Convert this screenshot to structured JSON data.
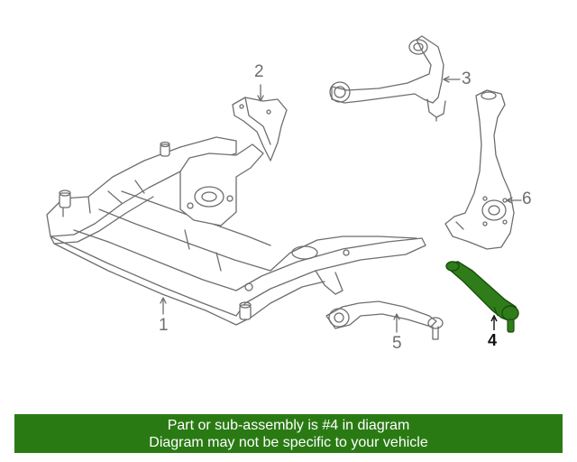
{
  "callouts": {
    "frame": "1",
    "shield": "2",
    "upper_arm": "3",
    "highlighted_arm": "4",
    "lower_link": "5",
    "knuckle": "6"
  },
  "colors": {
    "line": "#6e6e6e",
    "highlight_fill": "#2e7d1a",
    "highlight_stroke": "#1a4d0c",
    "banner": "#2a7a14",
    "banner_text": "#ffffff"
  },
  "banner": {
    "line1": "Part or sub-assembly is #4 in diagram",
    "line2": "Diagram may not be specific to your vehicle"
  }
}
